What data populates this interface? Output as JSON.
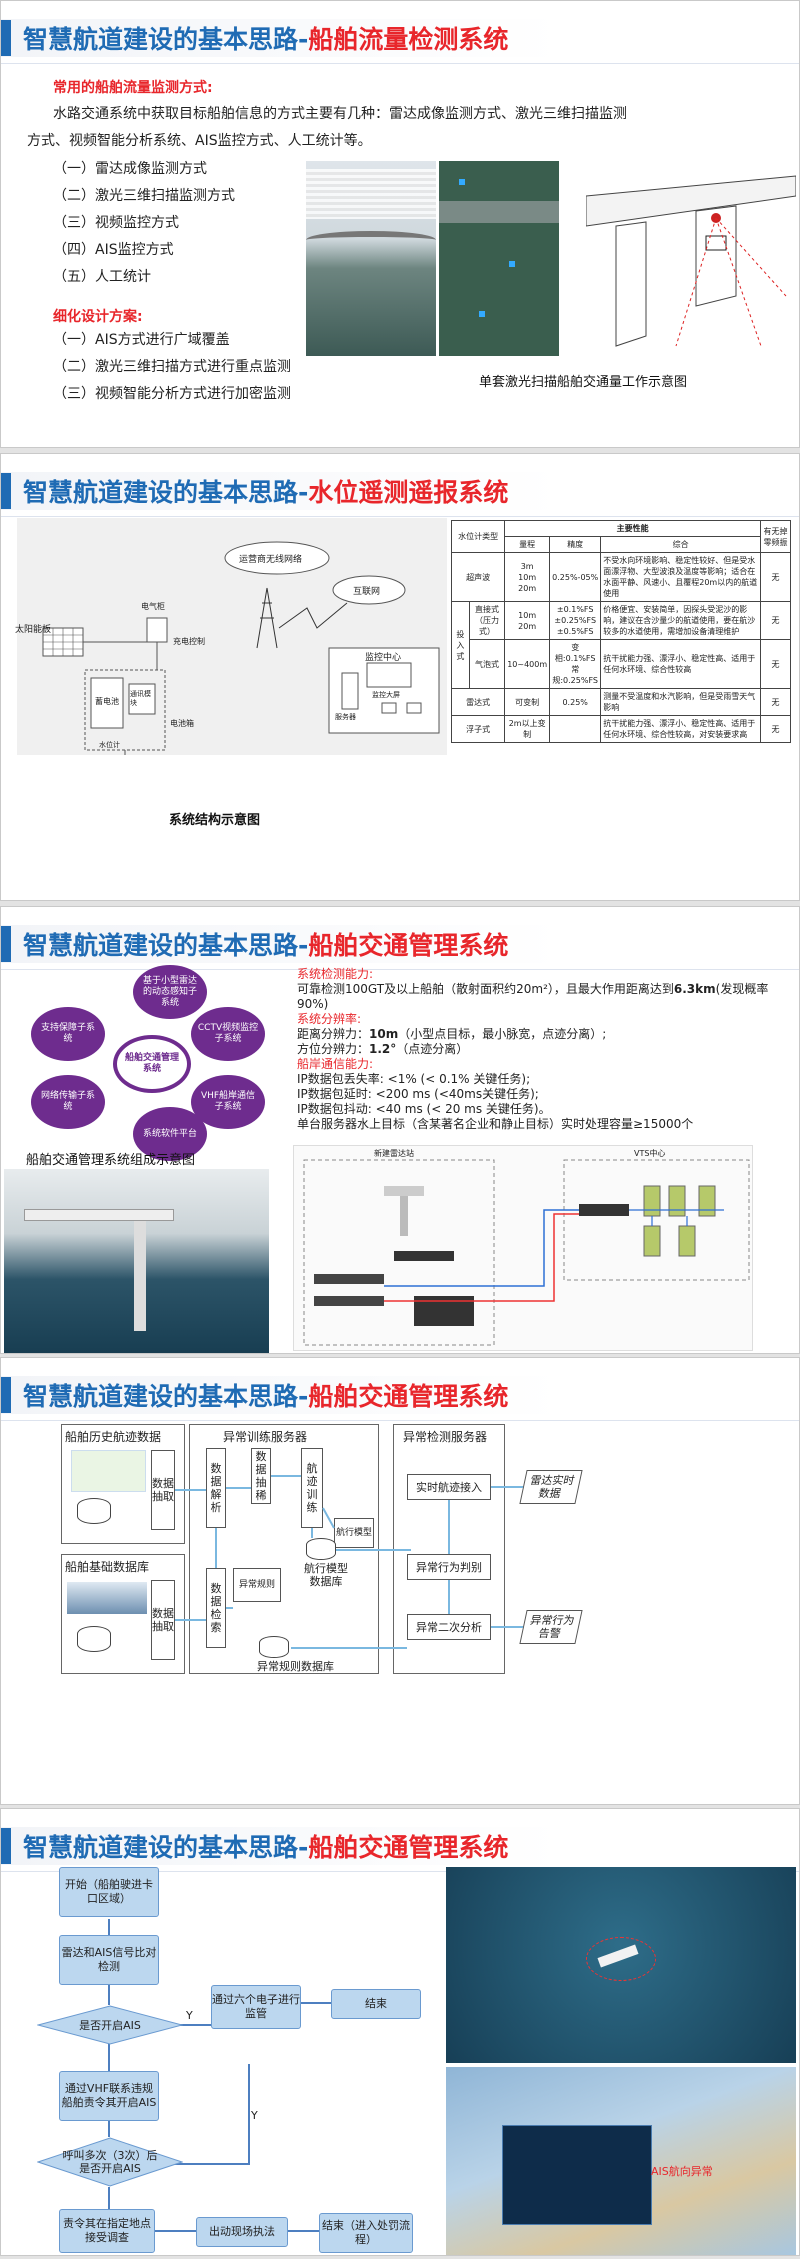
{
  "common": {
    "title_main": "智慧航道建设的基本思路-"
  },
  "s1": {
    "title_red": "船舶流量检测系统",
    "h_common": "常用的船舶流量监测方式:",
    "para1": "水路交通系统中获取目标船舶信息的方式主要有几种：雷达成像监测方式、激光三维扫描监测",
    "para2": "方式、视频智能分析系统、AIS监控方式、人工统计等。",
    "list": [
      "（一）雷达成像监测方式",
      "（二）激光三维扫描监测方式",
      "（三）视频监控方式",
      "（四）AIS监控方式",
      "（五）人工统计"
    ],
    "h_detail": "细化设计方案:",
    "detail": [
      "（一）AIS方式进行广域覆盖",
      "（二）激光三维扫描方式进行重点监测",
      "（三）视频智能分析方式进行加密监测"
    ],
    "caption": "单套激光扫描船舶交通量工作示意图"
  },
  "s2": {
    "title_red": "水位遥测遥报系统",
    "caption": "系统结构示意图",
    "diag": {
      "solar": "太阳能板",
      "elec": "电气柜",
      "charge": "充电控制",
      "battery_box": "电池箱",
      "battery": "蓄电池",
      "comm": "通讯模块",
      "water": "水位计",
      "net1": "运营商无线网络",
      "net2": "互联网",
      "center": "监控中心",
      "server": "服务器",
      "screen": "监控大屏"
    },
    "table": {
      "col_type": "水位计类型",
      "col_main": "主要性能",
      "col_range": "量程",
      "col_acc": "精度",
      "col_all": "综合",
      "col_wave": "有无掉零频振",
      "rows": [
        [
          "超声波",
          "",
          "3m\n10m\n20m",
          "0.25%-05%",
          "不受水向环境影响、稳定性较好、但是受水面漂浮物、大型波浪及温度等影响；适合在水面平静、风速小、且覆程20m以内的航道使用",
          "无"
        ],
        [
          "投入式",
          "直接式（压力式）",
          "10m\n20m",
          "±0.1%FS\n±0.25%FS\n±0.5%FS",
          "价格便宜、安装简单，因探头受泥沙的影响，建议在含沙量少的航道使用，要在航沙较多的水道使用，需增加设备清理维护",
          "无"
        ],
        [
          "",
          "气泡式",
          "10~400m",
          "变相:0.1%FS\n常规:0.25%FS",
          "抗干扰能力强、漂浮小、稳定性高、适用于任何水环境、综合性较高",
          "无"
        ],
        [
          "雷达式",
          "",
          "可变制",
          "0.25%",
          "测量不受温度和水汽影响，但是受雨雪天气影响",
          "无"
        ],
        [
          "浮子式",
          "",
          "2m以上变制",
          "",
          "抗干扰能力强、漂浮小、稳定性高、适用于任何水环境、综合性较高，对安装要求高",
          "无"
        ]
      ]
    }
  },
  "s3": {
    "title_red": "船舶交通管理系统",
    "center": "船舶交通管理系统",
    "petals": [
      "基于小型雷达的动态感知子系统",
      "CCTV视频监控子系统",
      "VHF船岸通信子系统",
      "系统软件平台",
      "网络传输子系统",
      "支持保障子系统"
    ],
    "caption": "船舶交通管理系统组成示意图",
    "cap1_label": "系统检测能力:",
    "cap1": "可靠检测100GT及以上船舶（散射面积约20m²），且最大作用距离达到",
    "cap1_bold": "6.3km",
    "cap1_tail": "(发现概率90%)",
    "cap2_label": "系统分辨率:",
    "res1_a": "距离分辨力：",
    "res1_b": "10m",
    "res1_c": "（小型点目标，最小脉宽，点迹分离）;",
    "res2_a": "方位分辨力：",
    "res2_b": "1.2°",
    "res2_c": "（点迹分离）",
    "cap3_label": "船岸通信能力:",
    "comm": [
      "IP数据包丢失率: <1% (< 0.1% 关键任务);",
      "IP数据包延时: <200 ms (<40ms关键任务);",
      "IP数据包抖动: <40 ms (< 20 ms 关键任务)。",
      "单台服务器水上目标（含某著名企业和静止目标）实时处理容量≥15000个"
    ],
    "net_left": "新建雷达站",
    "net_right": "VTS中心"
  },
  "s4": {
    "title_red": "船舶交通管理系统",
    "g1": "船舶历史航迹数据",
    "g2": "船舶基础数据库",
    "g3": "异常训练服务器",
    "g4": "异常检测服务器",
    "n_extract": "数据抽取",
    "n_parse": "数据解析",
    "n_sparse": "数据抽稀",
    "n_train": "航迹训练",
    "n_model": "航行模型",
    "n_rule": "异常规则",
    "n_retrieve": "数据检索",
    "n_modeldb": "航行模型数据库",
    "n_ruledb": "异常规则数据库",
    "n_rt": "实时航迹接入",
    "n_judge": "异常行为判别",
    "n_second": "异常二次分析",
    "n_radar": "雷达实时数据",
    "n_alarm": "异常行为告警"
  },
  "s5": {
    "title_red": "船舶交通管理系统",
    "f_start": "开始（船舶驶进卡口区域）",
    "f_cmp": "雷达和AIS信号比对检测",
    "f_q1": "是否开启AIS",
    "f_vhf": "通过VHF联系违规船舶责令其开启AIS",
    "f_q2": "呼叫多次（3次）后是否开启AIS",
    "f_fine": "责令其在指定地点接受调查",
    "f_enforce": "出动现场执法",
    "f_end2": "结束（进入处罚流程）",
    "f_six": "通过六个电子进行监管",
    "f_end1": "结束",
    "y": "Y",
    "y2": "Y",
    "ais_alert": "AIS航向异常"
  }
}
